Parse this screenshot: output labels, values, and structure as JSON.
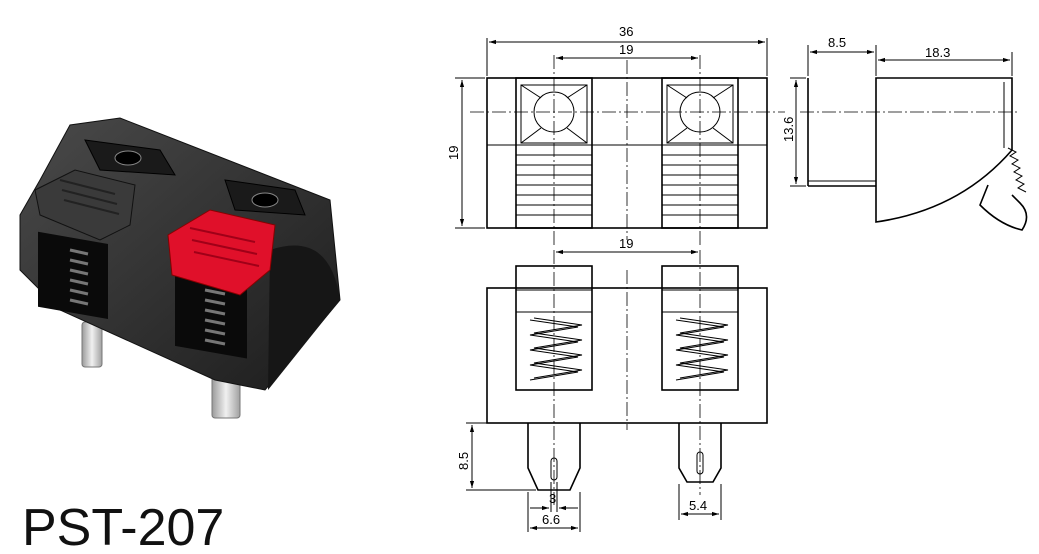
{
  "model": "PST-207",
  "dimensions": {
    "top_width": "36",
    "top_pitch": "19",
    "top_height": "19",
    "side_offset": "8.5",
    "side_depth": "18.3",
    "side_height": "13.6",
    "front_pitch": "19",
    "pin_length": "8.5",
    "pin_slot": "3",
    "pin_width": "6.6",
    "pin2_width": "5.4"
  },
  "colors": {
    "body": "#2a2a2a",
    "lever_red": "#e0102a",
    "pin": "#c8c8c8"
  }
}
